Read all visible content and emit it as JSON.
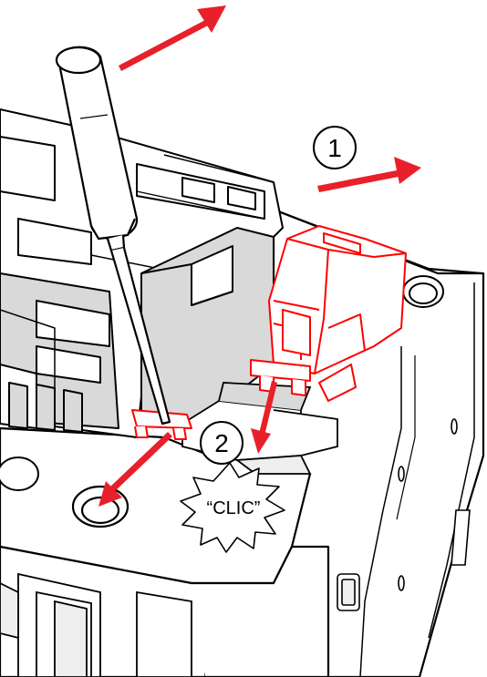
{
  "diagram": {
    "step1_label": "1",
    "step2_label": "2",
    "click_label": "“CLIC”"
  },
  "colors": {
    "line": "#000000",
    "fill": "#ffffff",
    "shade": "#d9d9d9",
    "highlight": "#ff0000",
    "arrow": "#e8202a"
  }
}
